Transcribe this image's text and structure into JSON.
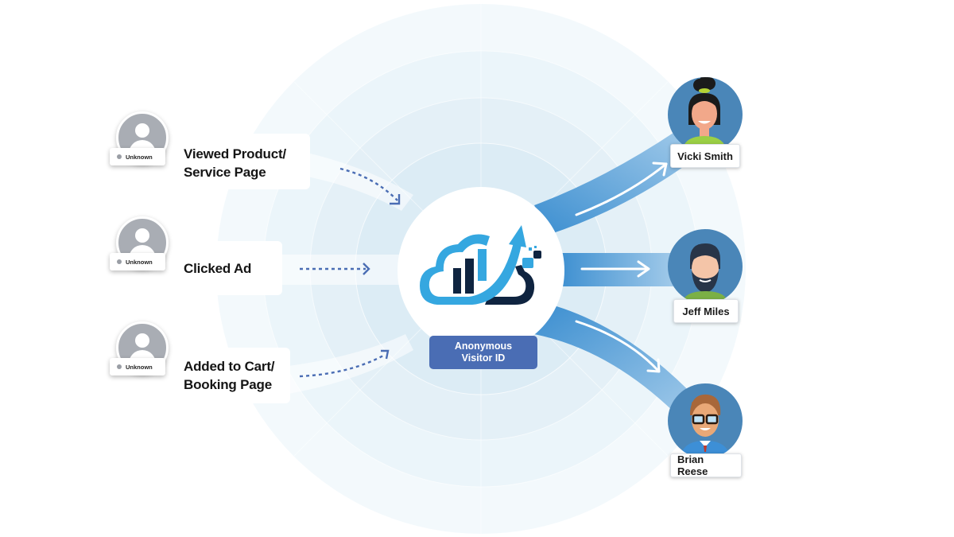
{
  "diagram": {
    "title_hidden": "",
    "colors": {
      "ring_light": "#f1f8fc",
      "ring_mid": "#e6f2f9",
      "ring_inner": "#dcedf6",
      "flow_band_start": "#3b8ed0",
      "flow_band_end": "#9cc6e8",
      "dashed_arrow": "#4a6db4",
      "badge": "#4a6db4",
      "avatar_bg": "#4a86b8",
      "unknown_avatar": "#a9adb4",
      "logo_light_blue": "#35a7e0",
      "logo_navy": "#0f2440"
    },
    "sources": [
      {
        "status_label": "Unknown",
        "action_line1": "Viewed Product/",
        "action_line2": "Service Page",
        "arrow": "dashed-curved-down-icon"
      },
      {
        "status_label": "Unknown",
        "action_line1": "Clicked Ad",
        "action_line2": "",
        "arrow": "dashed-straight-icon"
      },
      {
        "status_label": "Unknown",
        "action_line1": "Added to Cart/",
        "action_line2": "Booking Page",
        "arrow": "dashed-curved-up-icon"
      }
    ],
    "center": {
      "logo": "cloud-growth-chart-logo",
      "badge_line1": "Anonymous",
      "badge_line2": "Visitor ID"
    },
    "identified": [
      {
        "name": "Vicki Smith",
        "avatar": "woman-avatar"
      },
      {
        "name": "Jeff Miles",
        "avatar": "bearded-man-avatar"
      },
      {
        "name": "Brian Reese",
        "avatar": "man-glasses-avatar"
      }
    ]
  }
}
